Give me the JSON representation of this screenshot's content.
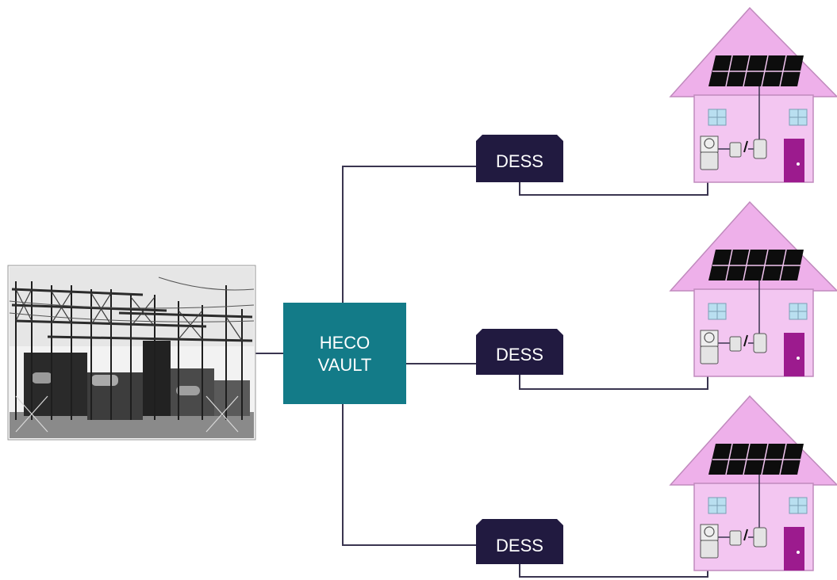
{
  "vault": {
    "line1": "HECO",
    "line2": "VAULT",
    "color": "#137b88"
  },
  "dess_units": [
    {
      "label": "DESS"
    },
    {
      "label": "DESS"
    },
    {
      "label": "DESS"
    }
  ],
  "colors": {
    "dess": "#211a40",
    "wire": "#3a3550",
    "house_wall": "#f3c6f1",
    "house_roof": "#eeb0ea",
    "house_outline": "#c08abd",
    "door": "#9c1b8e",
    "window": "#b9dff0",
    "solar_panel": "#0d0d0d"
  },
  "icons": {
    "substation": "substation-photo",
    "house": "house-icon",
    "solar": "solar-panel-icon",
    "meter": "meter-icon",
    "inverter": "inverter-icon"
  }
}
